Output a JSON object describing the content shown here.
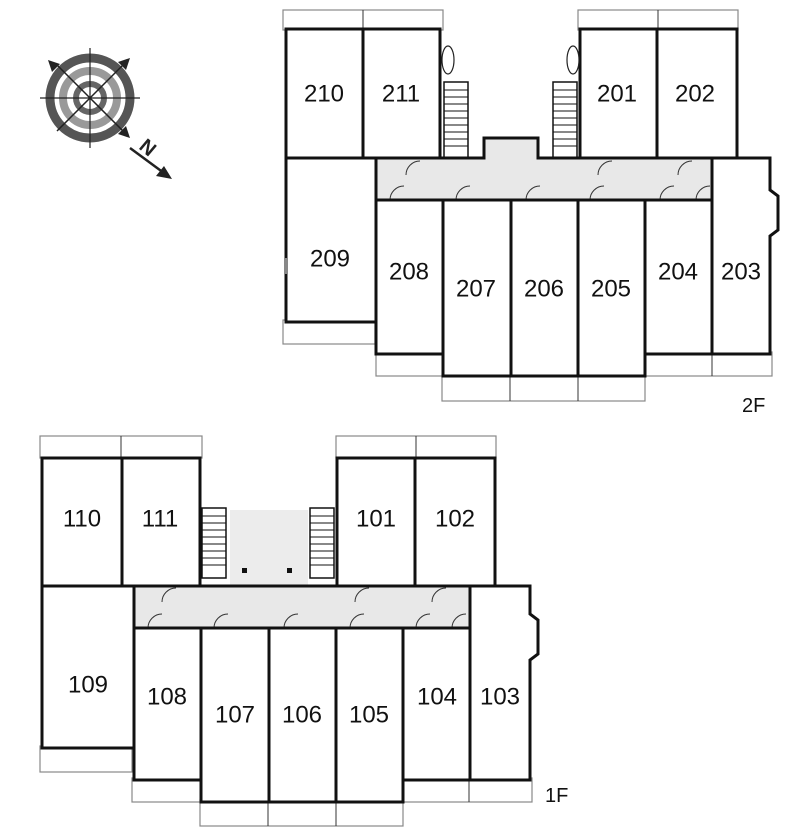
{
  "floors": [
    {
      "label": "2F",
      "rooms": [
        "210",
        "211",
        "201",
        "202",
        "209",
        "208",
        "207",
        "206",
        "205",
        "204",
        "203"
      ]
    },
    {
      "label": "1F",
      "rooms": [
        "110",
        "111",
        "101",
        "102",
        "109",
        "108",
        "107",
        "106",
        "105",
        "104",
        "103"
      ]
    }
  ],
  "compass": {
    "label": "N",
    "icon": "compass-icon"
  }
}
